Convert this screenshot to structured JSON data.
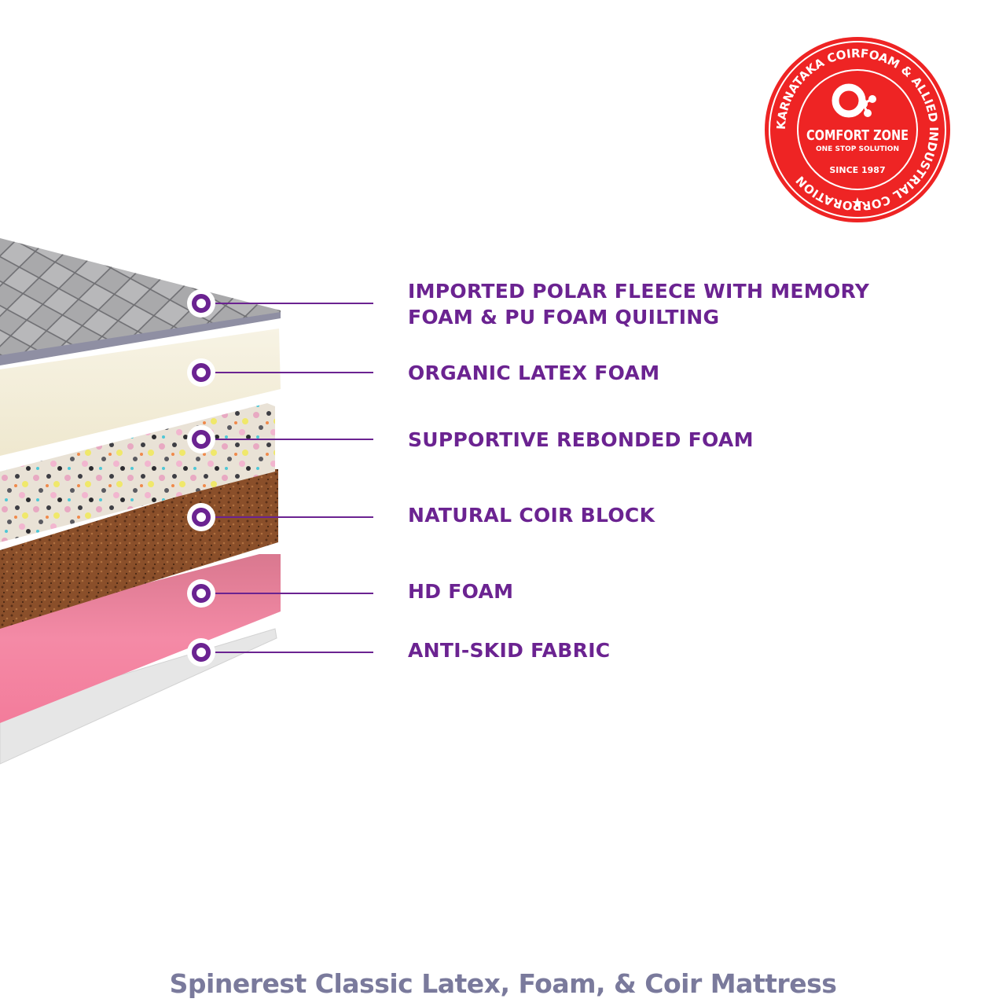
{
  "badge": {
    "ring_text": "KARNATAKA COIRFOAM & ALLIED INDUSTRIAL CORPORATION",
    "brand": "COMFORT ZONE",
    "tagline": "ONE STOP SOLUTION",
    "since": "SINCE 1987",
    "star_icon": "star-icon",
    "logo_icon": "cz-molecule-logo-icon",
    "color": "#ee2424"
  },
  "layers": [
    {
      "name": "IMPORTED POLAR FLEECE WITH MEMORY",
      "name_line2": "FOAM & PU FOAM QUILTING",
      "marker_icon": "ring-marker-icon"
    },
    {
      "name": "ORGANIC LATEX FOAM",
      "marker_icon": "ring-marker-icon"
    },
    {
      "name": "SUPPORTIVE REBONDED FOAM",
      "marker_icon": "ring-marker-icon"
    },
    {
      "name": "NATURAL COIR BLOCK",
      "marker_icon": "ring-marker-icon"
    },
    {
      "name": "HD FOAM",
      "marker_icon": "ring-marker-icon"
    },
    {
      "name": "ANTI-SKID FABRIC",
      "marker_icon": "ring-marker-icon"
    }
  ],
  "colors": {
    "accent_purple": "#6b2391",
    "caption_gray": "#7a7a9c"
  },
  "caption": "Spinerest Classic Latex, Foam, & Coir Mattress"
}
